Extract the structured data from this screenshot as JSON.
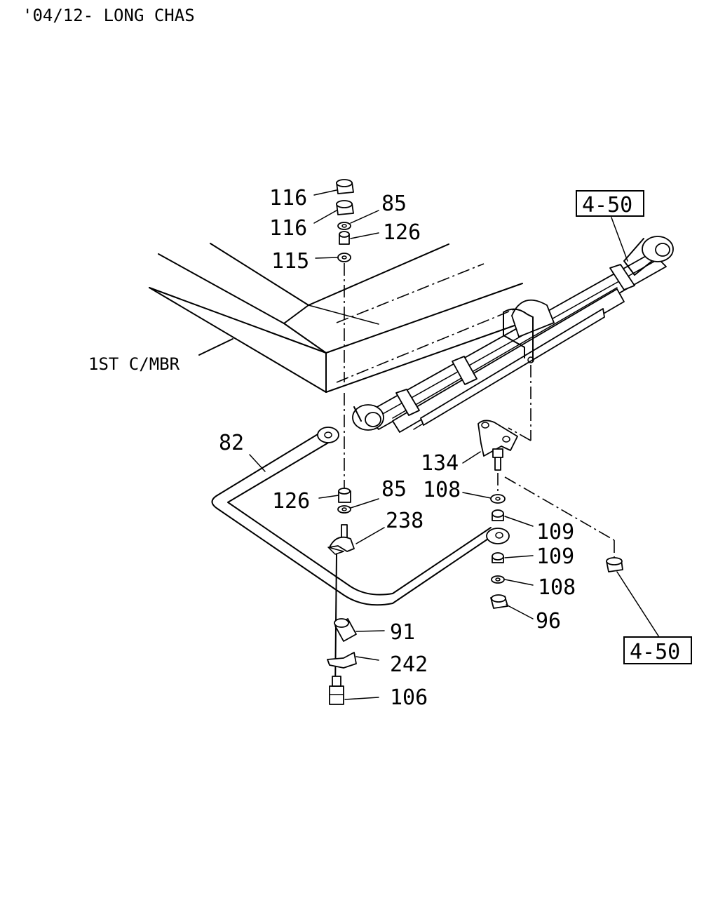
{
  "header": {
    "title": "'04/12- LONG CHAS"
  },
  "frame_label": "1ST C/MBR",
  "ref_boxes": [
    "4-50",
    "4-50"
  ],
  "callouts": {
    "p116a": "116",
    "p116b": "116",
    "p85a": "85",
    "p126a": "126",
    "p115": "115",
    "p82": "82",
    "p126b": "126",
    "p85b": "85",
    "p238": "238",
    "p134": "134",
    "p108a": "108",
    "p109a": "109",
    "p109b": "109",
    "p108b": "108",
    "p96": "96",
    "p91": "91",
    "p242": "242",
    "p106": "106"
  }
}
